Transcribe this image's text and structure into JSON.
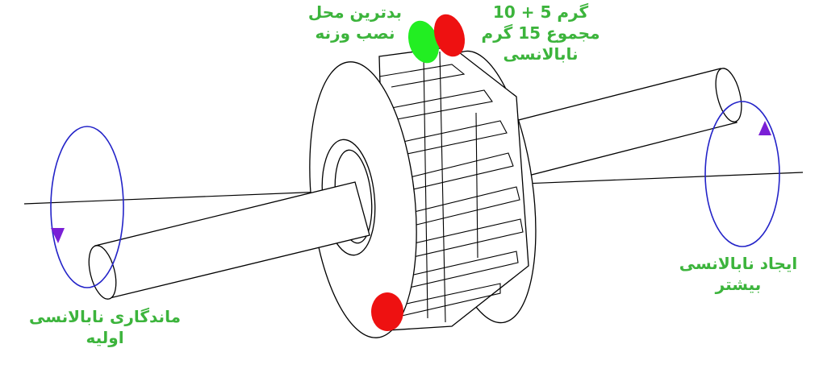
{
  "colors": {
    "label": "#3cb43c",
    "rotation_arrow": "#2323c8",
    "arrow_head": "#7a1fd6",
    "weight_bad": "#ee1111",
    "weight_best": "#22ee22",
    "outline": "#000000"
  },
  "labels": {
    "worst_location": [
      "بدترین محل",
      "نصب وزنه"
    ],
    "weight_added": [
      "گرم 5 + 10",
      "مجموع 15 گرم",
      "نابالانسی"
    ],
    "more_unbalance": [
      "ایجاد نابالانسی",
      "بیشتر"
    ],
    "initial_unbalance": [
      "ماندگاری نابالانسی",
      "اولیه"
    ]
  }
}
